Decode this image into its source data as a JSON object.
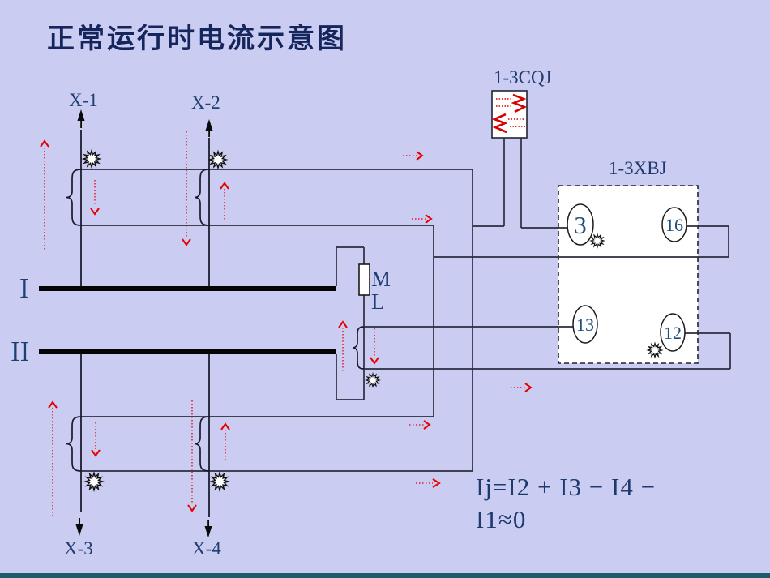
{
  "title": "正常运行时电流示意图",
  "buses": {
    "bus1_label": "I",
    "bus2_label": "II"
  },
  "feeders": {
    "x1": "X-1",
    "x2": "X-2",
    "x3": "X-3",
    "x4": "X-4"
  },
  "relays": {
    "cqj_label": "1-3CQJ",
    "xbj_label": "1-3XBJ",
    "terminals": [
      {
        "id": "3"
      },
      {
        "id": "16"
      },
      {
        "id": "13"
      },
      {
        "id": "12"
      }
    ]
  },
  "bus_tie": {
    "label_line1": "M",
    "label_line2": "L"
  },
  "formula": {
    "line1": "Ij=I2 + I3 − I4 −",
    "line2": "I1≈0"
  },
  "colors": {
    "background": "#cbccf2",
    "title_text": "#15265c",
    "label_text": "#1f4070",
    "wire": "#2b2b3f",
    "current_arrow": "#e60000",
    "relay_coil": "#d90000",
    "footer_bar": "#1f5c6b"
  },
  "icons": {
    "spark": "burst-star-icon",
    "current_up": "chevron-up",
    "current_down": "chevron-down",
    "current_right": "chevron-right",
    "feeder_arrow": "filled-triangle-arrow"
  }
}
